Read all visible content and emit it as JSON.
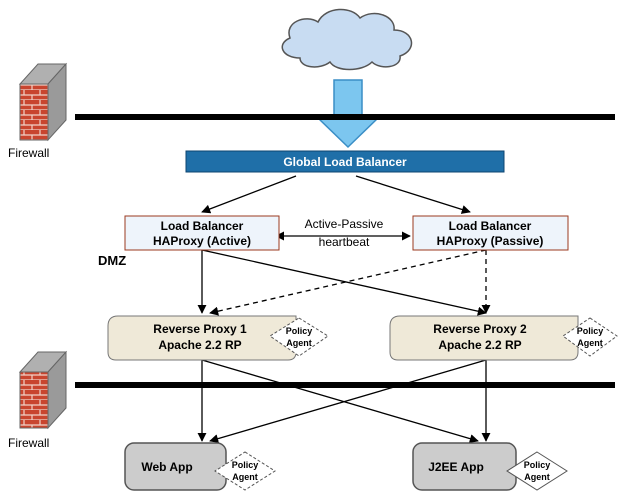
{
  "firewall_top": {
    "label": "Firewall"
  },
  "firewall_bottom": {
    "label": "Firewall"
  },
  "zone": {
    "label": "DMZ"
  },
  "global_lb": {
    "label": "Global Load Balancer"
  },
  "lb_active": {
    "line1": "Load Balancer",
    "line2": "HAProxy (Active)"
  },
  "lb_passive": {
    "line1": "Load Balancer",
    "line2": "HAProxy (Passive)"
  },
  "heartbeat": {
    "line1": "Active-Passive",
    "line2": "heartbeat"
  },
  "rp1": {
    "line1": "Reverse Proxy 1",
    "line2": "Apache 2.2 RP"
  },
  "rp2": {
    "line1": "Reverse Proxy 2",
    "line2": "Apache 2.2 RP"
  },
  "webapp": {
    "label": "Web App"
  },
  "j2eeapp": {
    "label": "J2EE App"
  },
  "policy_agent": {
    "line1": "Policy",
    "line2": "Agent"
  },
  "colors": {
    "global_lb_fill": "#1f6fa8",
    "lb_fill": "#eef4fb",
    "lb_stroke": "#9b3a1f",
    "proxy_fill": "#efe9d8",
    "app_fill": "#cccccc",
    "arrow_fill": "#7cc6ef",
    "brick": "#c0392b"
  }
}
